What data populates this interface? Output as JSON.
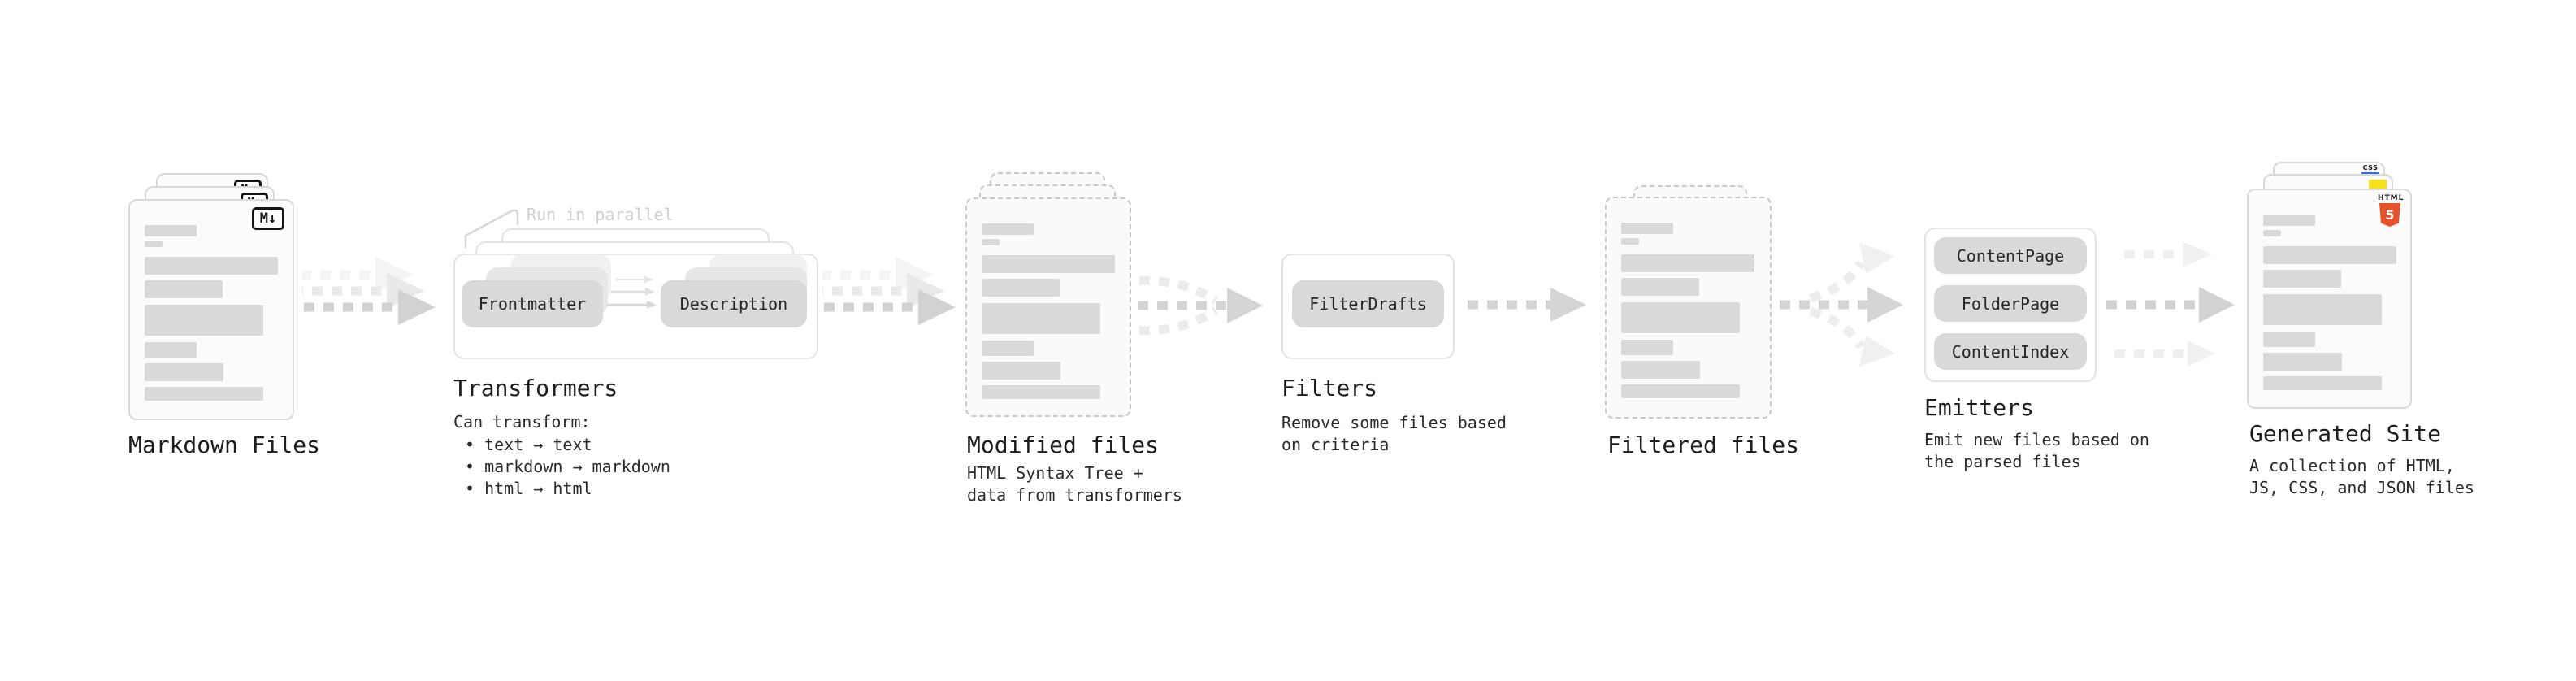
{
  "colors": {
    "bar_gray": "#d9d9d9",
    "pill_gray": "#d9d9d9",
    "arrow_gray": "#d2d2d2",
    "arrow_light": "#ececec",
    "html5_orange": "#e8502a",
    "js_yellow": "#f7df1e",
    "css_blue": "#2f6bef"
  },
  "markdown_files": {
    "label": "Markdown Files",
    "icon": "M↓"
  },
  "transformers": {
    "annotation": "Run in parallel",
    "pills": [
      "Frontmatter",
      "Description"
    ],
    "title": "Transformers",
    "description_heading": "Can transform:",
    "bullet": "•",
    "bullets": [
      "text → text",
      "markdown → markdown",
      "html → html"
    ]
  },
  "modified_files": {
    "label": "Modified files",
    "description_line1": "HTML Syntax Tree +",
    "description_line2": "data from transformers"
  },
  "filters": {
    "pill": "FilterDrafts",
    "title": "Filters",
    "description_line1": "Remove some files based",
    "description_line2": "on criteria"
  },
  "filtered_files": {
    "label": "Filtered files"
  },
  "emitters": {
    "pills": [
      "ContentPage",
      "FolderPage",
      "ContentIndex"
    ],
    "title": "Emitters",
    "description_line1": "Emit new files based on",
    "description_line2": "the parsed files"
  },
  "generated_site": {
    "label": "Generated Site",
    "description_line1": "A collection of HTML,",
    "description_line2": "JS, CSS, and JSON files",
    "badges": {
      "css": "CSS",
      "html": "HTML",
      "html_number": "5"
    }
  }
}
